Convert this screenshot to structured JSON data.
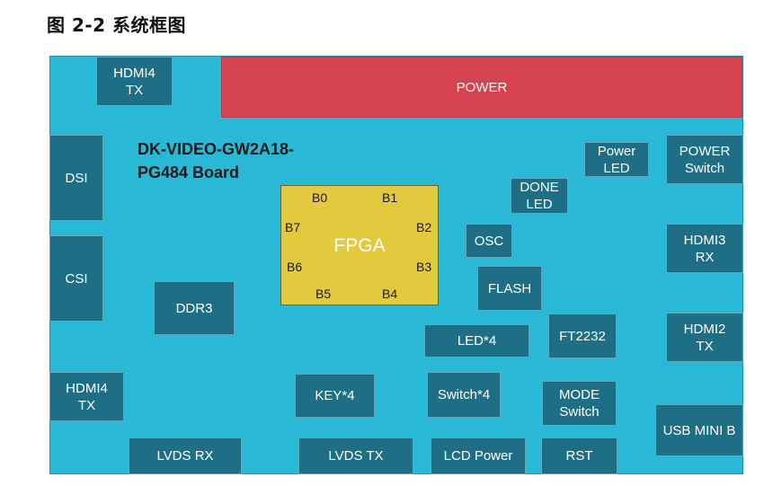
{
  "caption": "图 2-2 系统框图",
  "board_title": "DK-VIDEO-GW2A18-\nPG484 Board",
  "power": "POWER",
  "fpga": {
    "label": "FPGA",
    "banks": [
      "B0",
      "B1",
      "B2",
      "B3",
      "B4",
      "B5",
      "B6",
      "B7"
    ]
  },
  "blocks": {
    "hdmi4_tx_top": "HDMI4\nTX",
    "dsi": "DSI",
    "csi": "CSI",
    "ddr3": "DDR3",
    "hdmi4_tx_bottom": "HDMI4\nTX",
    "lvds_rx": "LVDS RX",
    "lvds_tx": "LVDS TX",
    "key": "KEY*4",
    "switch4": "Switch*4",
    "lcd_power": "LCD Power",
    "led4": "LED*4",
    "rst": "RST",
    "mode_switch": "MODE\nSwitch",
    "ft2232": "FT2232",
    "flash": "FLASH",
    "osc": "OSC",
    "done_led": "DONE\nLED",
    "power_led": "Power\nLED",
    "power_switch": "POWER\nSwitch",
    "hdmi3_rx": "HDMI3\nRX",
    "hdmi2_tx": "HDMI2\nTX",
    "usb_mini_b": "USB MINI B"
  }
}
